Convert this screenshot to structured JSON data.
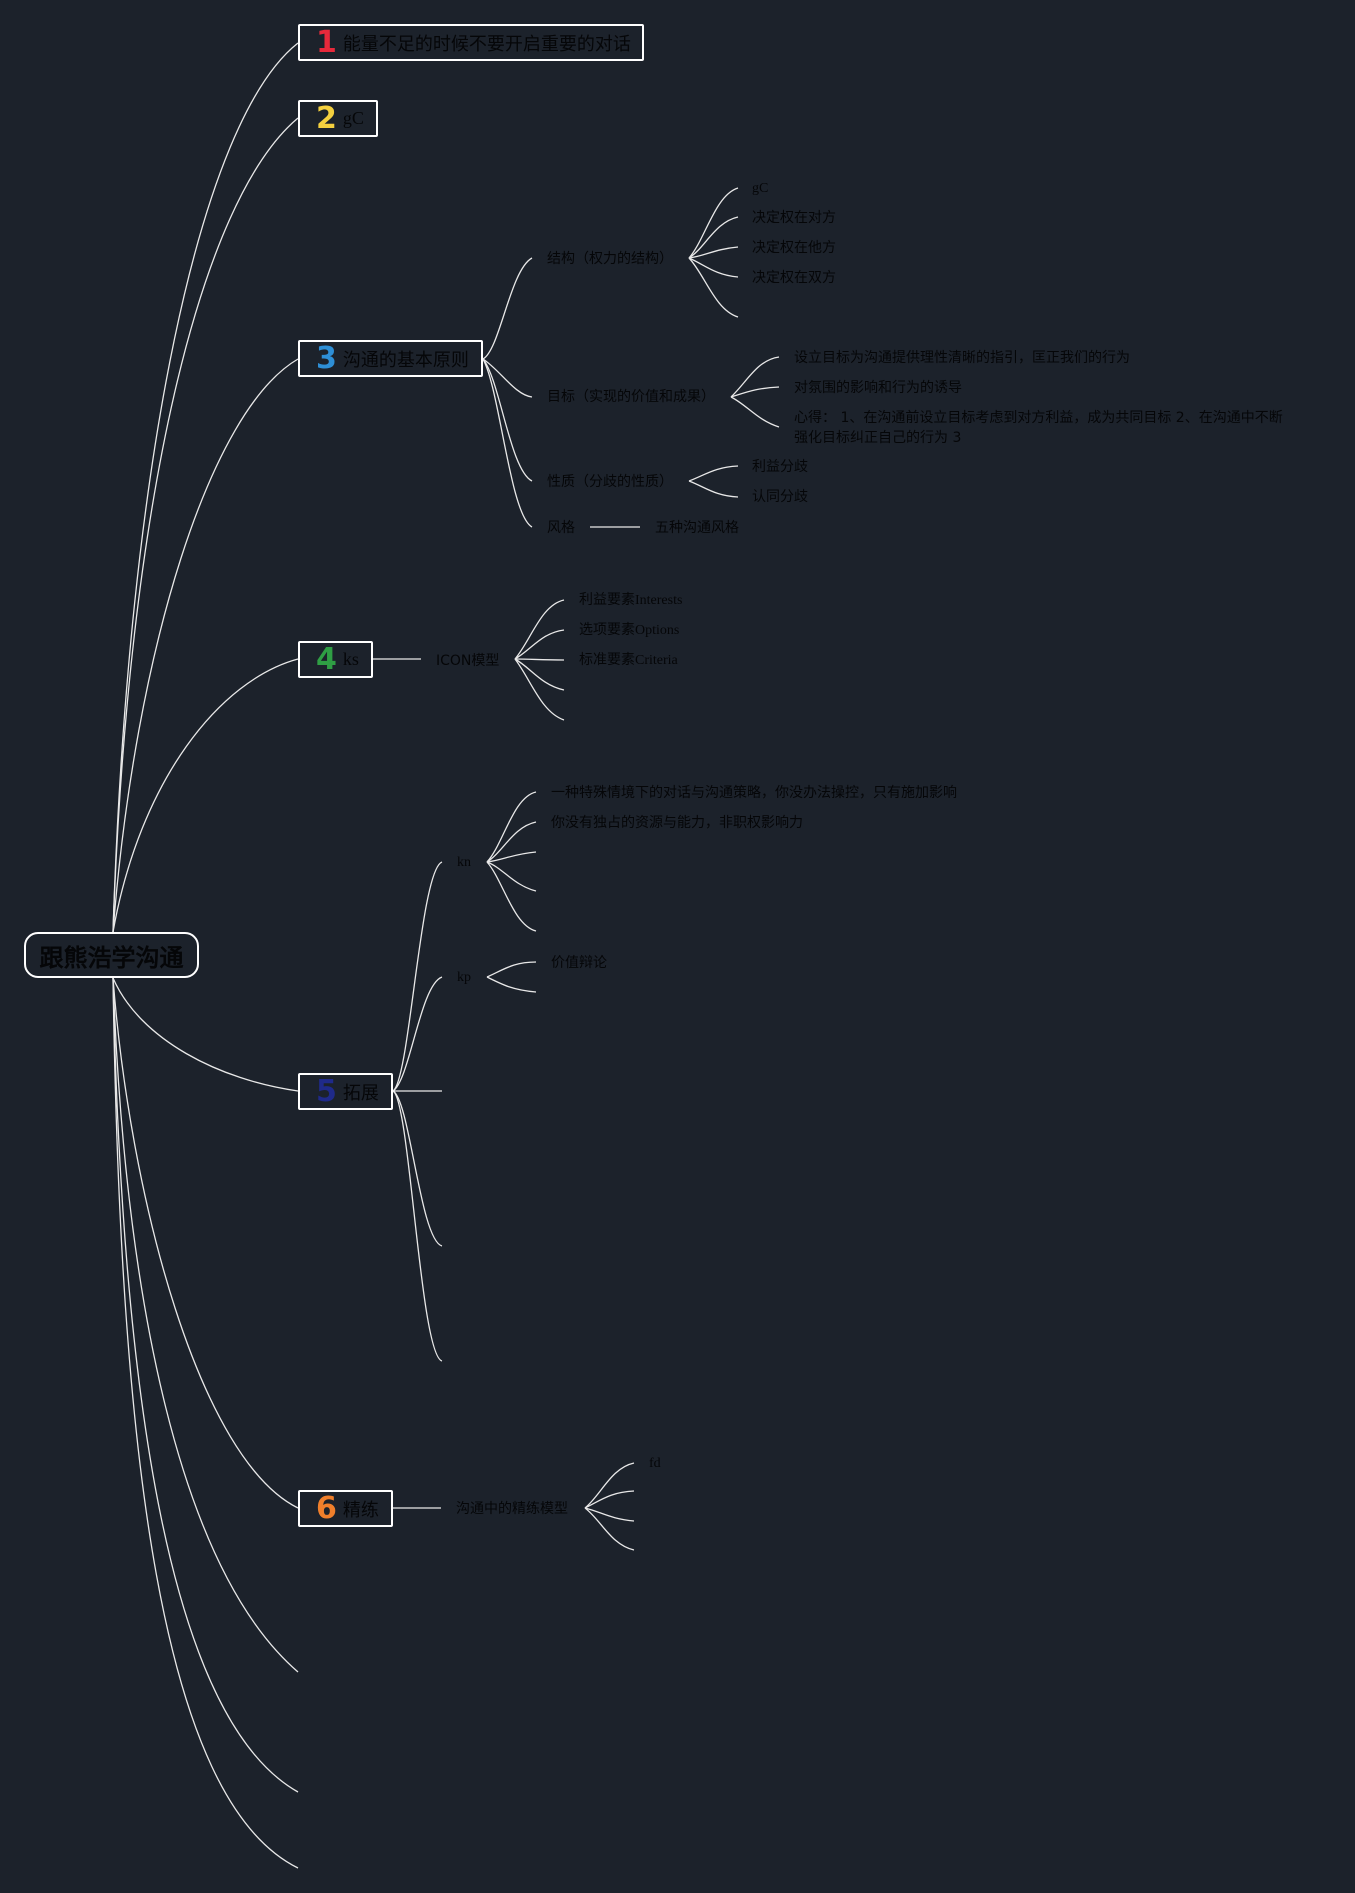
{
  "root": {
    "label": "跟熊浩学沟通"
  },
  "topics": [
    {
      "num": "1",
      "label": "能量不足的时候不要开启重要的对话",
      "color": "#e8293b"
    },
    {
      "num": "2",
      "label": "gC",
      "color": "#f4d03f"
    },
    {
      "num": "3",
      "label": "沟通的基本原则",
      "color": "#2e8fd6"
    },
    {
      "num": "4",
      "label": "ks",
      "color": "#2f9e44"
    },
    {
      "num": "5",
      "label": "拓展",
      "color": "#1f2a8a"
    },
    {
      "num": "6",
      "label": "精练",
      "color": "#f07f2b"
    }
  ],
  "t3": {
    "structure": {
      "label": "结构（权力的结构）",
      "children": [
        "gC",
        "决定权在对方",
        "决定权在他方",
        "决定权在双方"
      ]
    },
    "goal": {
      "label": "目标（实现的价值和成果）",
      "children": [
        "设立目标为沟通提供理性清晰的指引，匡正我们的行为",
        "对氛围的影响和行为的诱导",
        "心得： 1、在沟通前设立目标考虑到对方利益，成为共同目标 2、在沟通中不断强化目标纠正自己的行为 3"
      ]
    },
    "nature": {
      "label": "性质（分歧的性质）",
      "children": [
        "利益分歧",
        "认同分歧"
      ]
    },
    "style": {
      "label": "风格",
      "child": "五种沟通风格"
    }
  },
  "t4": {
    "icon": {
      "label": "ICON模型",
      "children": [
        "利益要素Interests",
        "选项要素Options",
        "标准要素Criteria"
      ]
    }
  },
  "t5": {
    "kn": {
      "label": "kn",
      "children": [
        "一种特殊情境下的对话与沟通策略，你没办法操控，只有施加影响",
        "你没有独占的资源与能力，非职权影响力"
      ]
    },
    "kp": {
      "label": "kp",
      "children": [
        "价值辩论"
      ]
    }
  },
  "t6": {
    "model": {
      "label": "沟通中的精练模型",
      "children": [
        "fd"
      ]
    }
  },
  "colors": {
    "background": "#1c222b",
    "line": "#e8e8e8",
    "text": "#050608"
  }
}
